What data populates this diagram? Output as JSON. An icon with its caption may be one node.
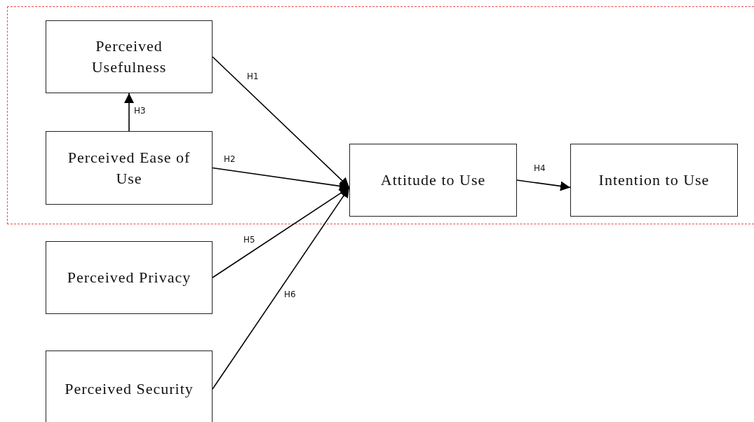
{
  "diagram": {
    "nodes": [
      {
        "text": [],
        "shape": "box"
      },
      {
        "text": [
          "Perceived Usefulness"
        ],
        "in": 0
      },
      {
        "text": [
          "Perceived Ease of Use"
        ],
        "in": 0
      },
      {
        "text": [
          "Attitude to Use"
        ],
        "in": 0
      },
      {
        "text": [
          "Intention to Use"
        ],
        "in": 0
      },
      {
        "text": [
          "Perceived Privacy"
        ]
      },
      {
        "text": [
          "Perceived Security"
        ]
      }
    ],
    "edges": [
      {
        "from": 1,
        "to": 3,
        "arrow": "to",
        "label": "H1"
      },
      {
        "from": 2,
        "to": 3,
        "arrow": "to",
        "label": "H2"
      },
      {
        "from": 2,
        "to": 1,
        "arrow": "to",
        "label": "H3"
      },
      {
        "from": 3,
        "to": 4,
        "arrow": "to",
        "label": "H4"
      },
      {
        "from": 5,
        "to": 3,
        "arrow": "to",
        "label": "H5"
      },
      {
        "from": 6,
        "to": 3,
        "arrow": "to",
        "label": "H6"
      }
    ]
  }
}
